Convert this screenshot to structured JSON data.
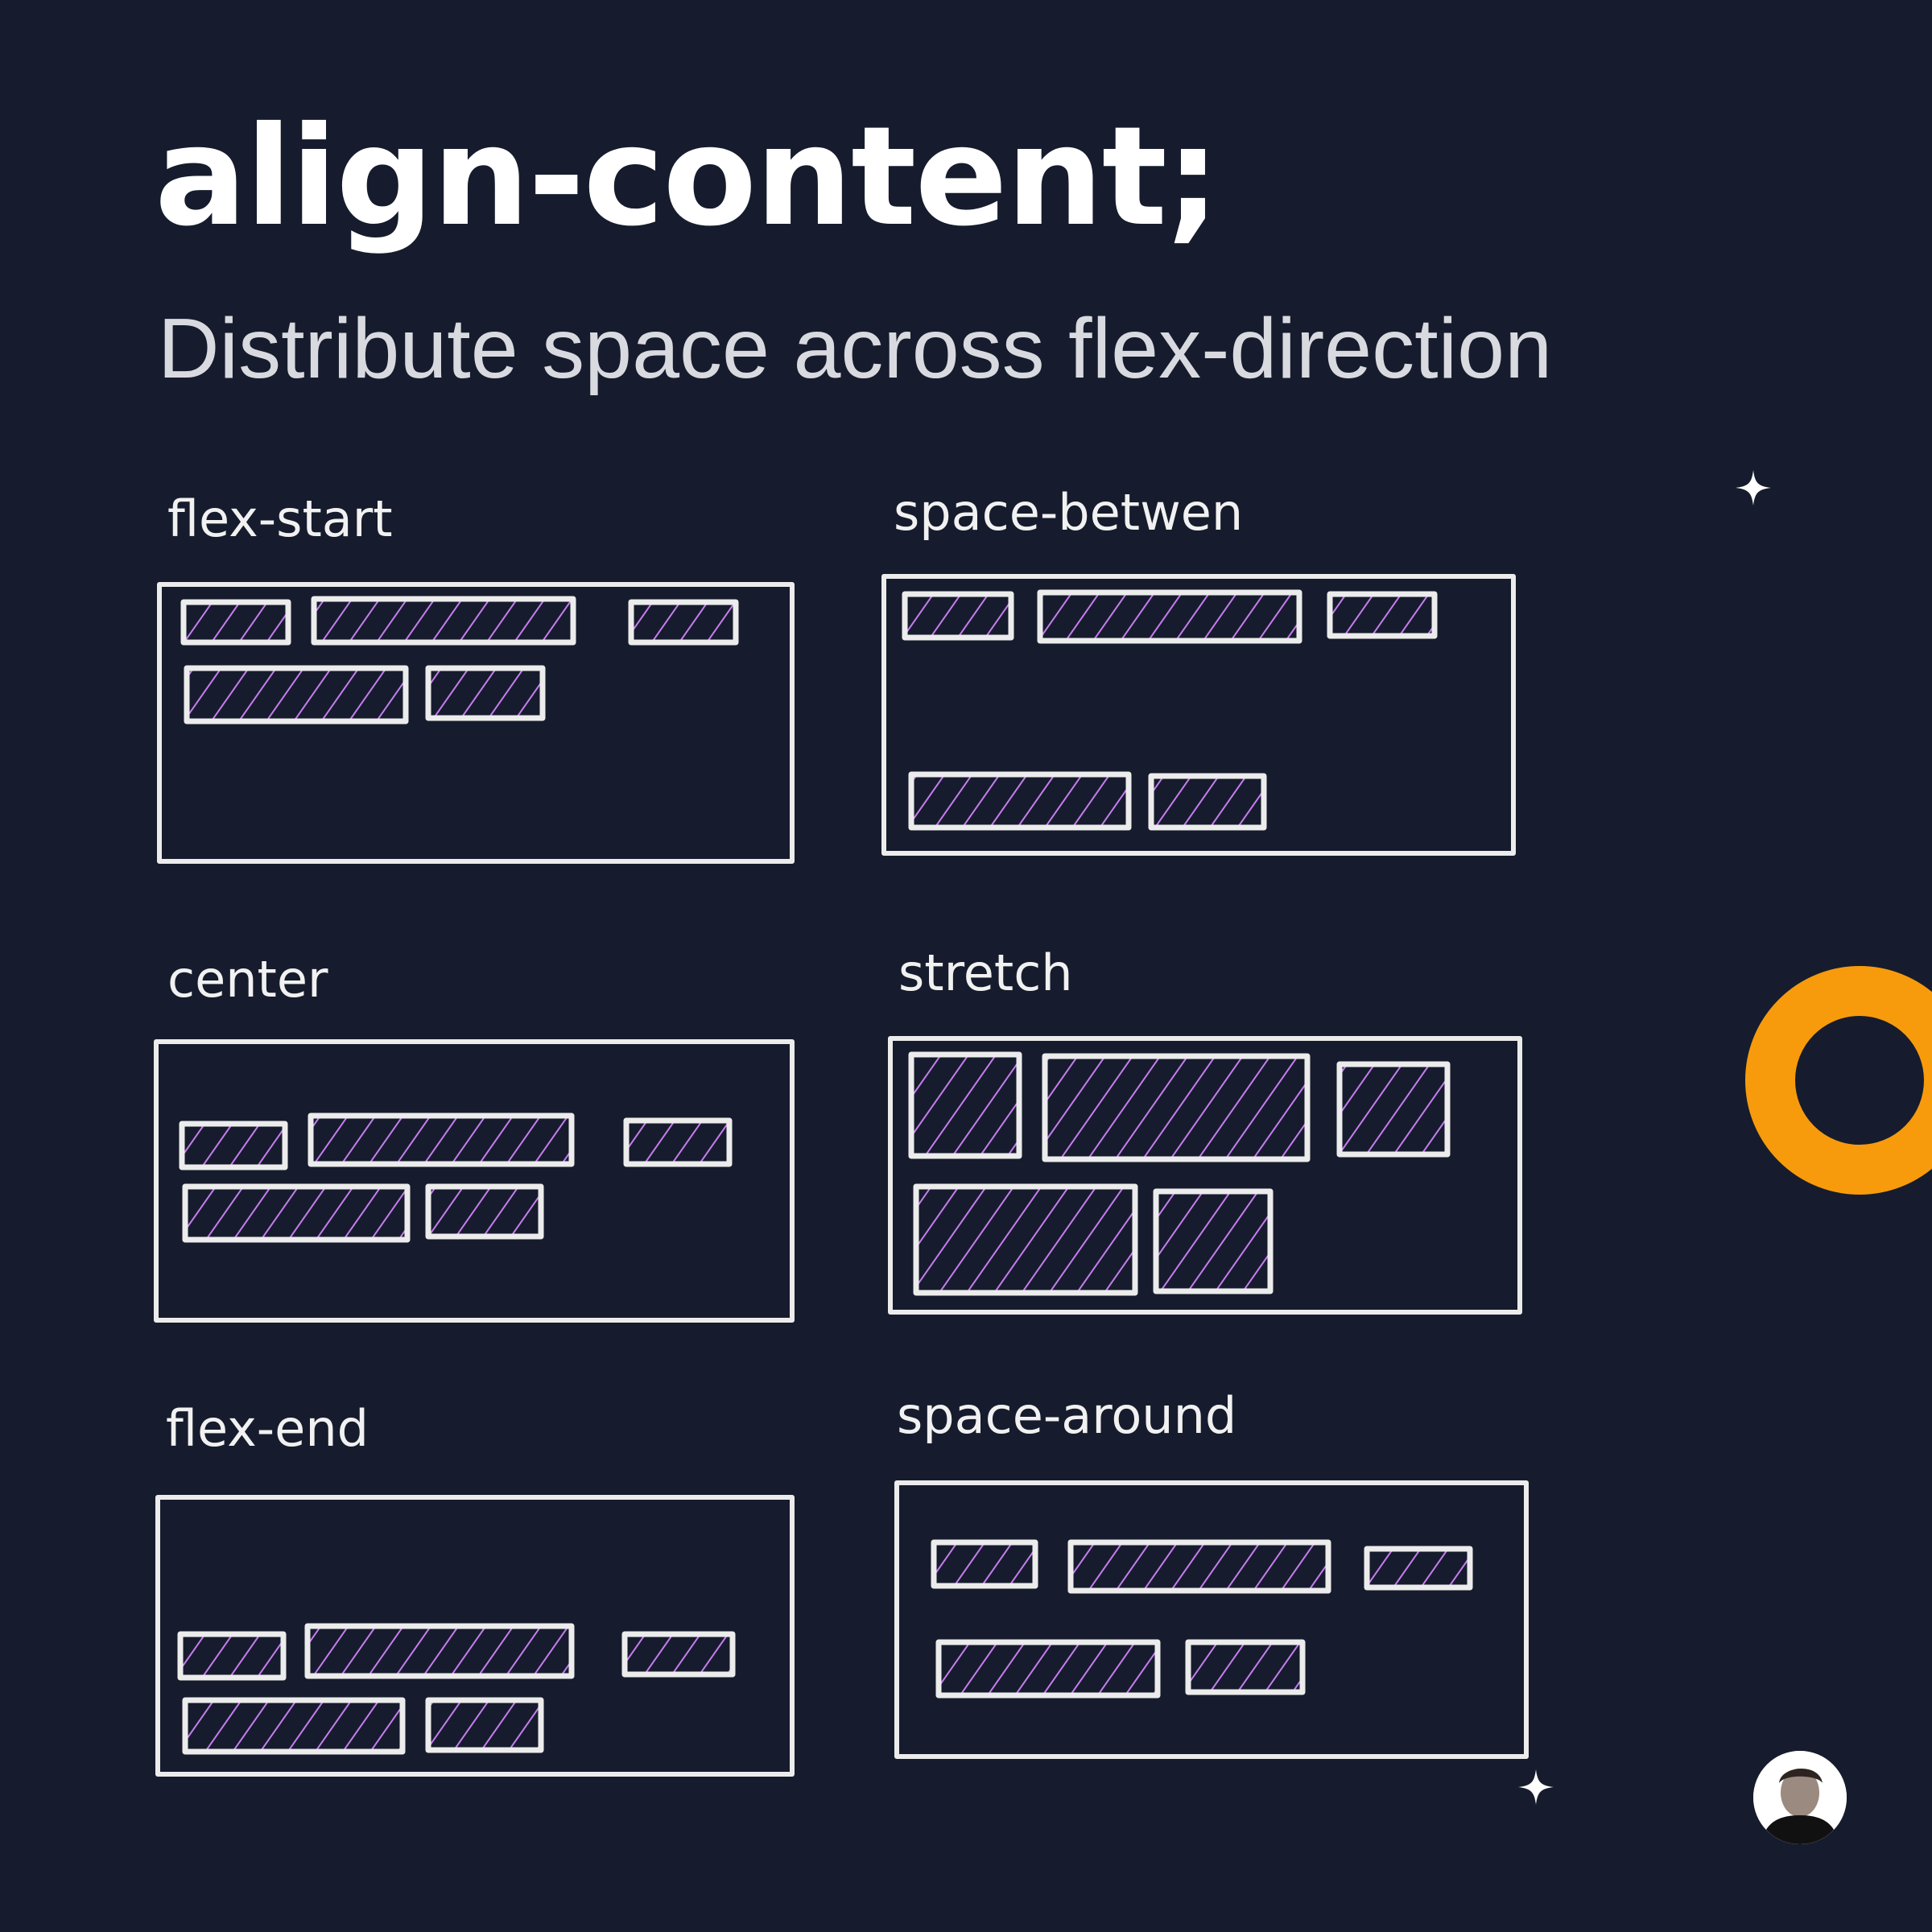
{
  "title": "align-content;",
  "subtitle": "Distribute space across flex-direction",
  "panels": [
    {
      "id": "flex-start",
      "label": "flex-start"
    },
    {
      "id": "space-between",
      "label": "space-betwen"
    },
    {
      "id": "center",
      "label": "center"
    },
    {
      "id": "stretch",
      "label": "stretch"
    },
    {
      "id": "flex-end",
      "label": "flex-end"
    },
    {
      "id": "space-around",
      "label": "space-around"
    }
  ],
  "colors": {
    "background": "#161c2d",
    "stroke": "#ececec",
    "hatch": "#c77cf0",
    "accent": "#f79b0c"
  },
  "icons": [
    "sparkle-icon",
    "ring-icon",
    "author-avatar"
  ]
}
